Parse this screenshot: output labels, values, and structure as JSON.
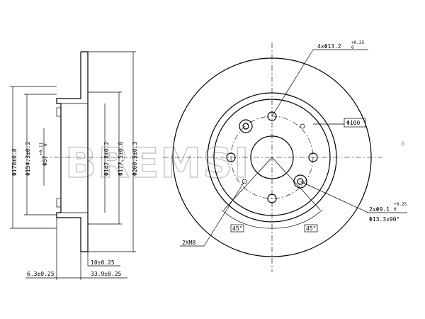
{
  "brand": {
    "watermark": "BREMSI",
    "mark": "®",
    "colors": {
      "line": "#000000",
      "watermark_outline": "#c8c8c8"
    }
  },
  "side_view": {
    "dims": {
      "d178": "Φ178±0.8",
      "d154": "Φ154.3±0.2",
      "d57": "Φ57",
      "d57_tol": "+0.11",
      "d57_tol2": "0",
      "d142": "Φ142.8±0.2",
      "d177": "Φ177.5±0.8",
      "d260": "Φ260.5±0.3",
      "thick10": "10±0.25",
      "hat63": "6.3±0.25",
      "height339": "33.9±0.25"
    }
  },
  "front_view": {
    "dims": {
      "holes_main": "4xΦ13.2",
      "holes_main_tol": "+0.25",
      "holes_main_tol2": "0",
      "pcd": "Φ100",
      "small_holes": "2xΦ9.1",
      "small_holes_tol": "+0.25",
      "small_holes_tol2": "0",
      "chamfer": "Φ13.3x90°",
      "threads": "2XM8",
      "angle_left": "45°",
      "angle_right": "45°"
    }
  }
}
